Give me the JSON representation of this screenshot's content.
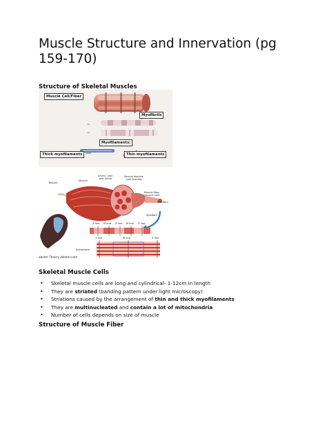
{
  "title": "Muscle Structure and Innervation (pg 159-170)",
  "section1_heading": "Structure of Skeletal Muscles",
  "figure1": {
    "label_cell": "Muscle Cell/Fiber",
    "label_myofibrils": "Myofibrils",
    "label_myofilaments": "Myofilaments:",
    "label_thick": "Thick myofilaments",
    "label_thin": "Thin myofilaments"
  },
  "figure2": {
    "tendon": "Tendon",
    "muscle": "Muscle",
    "artery": "Artery, vein\nand nerve",
    "fascicle": "Muscle fascicle\n(cell bundle)",
    "fiber": "Muscle fiber\n(muscle cell)",
    "myofibril_top": "Myofibril",
    "myofibril_side": "Myofibril",
    "zline1": "Z line",
    "mline1": "M line",
    "zline2": "Z line",
    "mline2": "M line",
    "zline3": "Z line",
    "zline4": "Z line",
    "mline3": "M line",
    "zline5": "Z line",
    "sarcomere": "Sarcomere",
    "credit": "abster Theory labster.com"
  },
  "section2_heading": "Skeletal Muscle Cells",
  "bullets": [
    [
      {
        "t": "Skeletal muscle cells are long and cylindrical- 1-12cm in length",
        "b": false
      }
    ],
    [
      {
        "t": "They are ",
        "b": false
      },
      {
        "t": "striated",
        "b": true
      },
      {
        "t": " (banding pattern under light microscopy)",
        "b": false
      }
    ],
    [
      {
        "t": "Striations caused by the arrangement of ",
        "b": false
      },
      {
        "t": "thin and thick myofilaments",
        "b": true
      }
    ],
    [
      {
        "t": "They are ",
        "b": false
      },
      {
        "t": "multinucleated",
        "b": true
      },
      {
        "t": " and ",
        "b": false
      },
      {
        "t": "contain a lot of mitochondria",
        "b": true
      }
    ],
    [
      {
        "t": "Number of cells depends on size of muscle",
        "b": false
      }
    ]
  ],
  "bullet_char": "•",
  "section3_heading": "Structure of Muscle Fiber",
  "colors": {
    "muscle_red": "#c0392b",
    "muscle_pink": "#e8a09a",
    "arrow_blue": "#3d6fb6",
    "arm_dark": "#4a2a2a"
  }
}
